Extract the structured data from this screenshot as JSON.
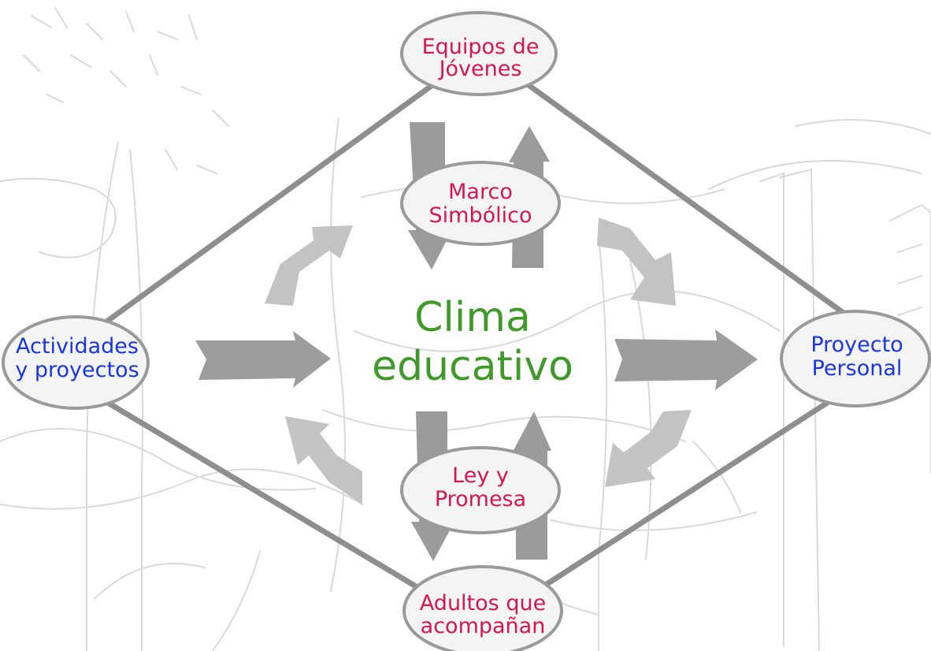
{
  "diagram": {
    "center": {
      "line1": "Clima",
      "line2": "educativo"
    },
    "nodes": {
      "equipos": {
        "line1": "Equipos de",
        "line2": "Jóvenes"
      },
      "marco": {
        "line1": "Marco",
        "line2": "Simbólico"
      },
      "actividades": {
        "line1": "Actividades",
        "line2": "y proyectos"
      },
      "proyecto": {
        "line1": "Proyecto",
        "line2": "Personal"
      },
      "ley": {
        "line1": "Ley y",
        "line2": "Promesa"
      },
      "adultos": {
        "line1": "Adultos que",
        "line2": "acompañan"
      }
    }
  },
  "colors": {
    "primary_label": "#d6164f",
    "secondary_label": "#1a35e6",
    "center_label": "#3f9a2a",
    "connector": "#8c8c8c",
    "dark_arrow": "#9b9b9b",
    "light_arrow": "#c2c2c2",
    "node_fill": "#f2f2f2",
    "node_stroke": "#9a9a9a",
    "sketch": "#d8d8d8"
  }
}
